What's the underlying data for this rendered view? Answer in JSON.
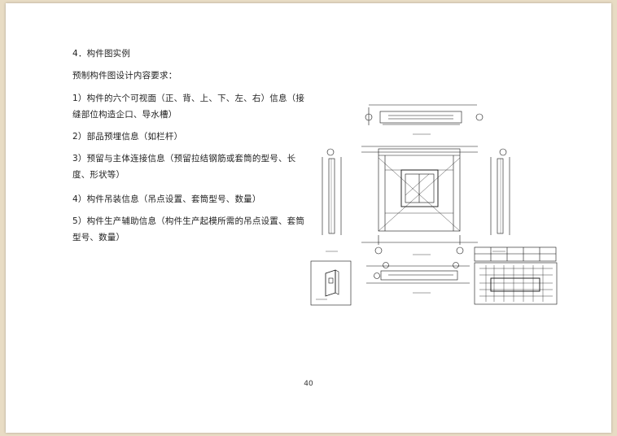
{
  "section_heading": "4．构件图实例",
  "intro": "预制构件图设计内容要求：",
  "items": [
    "1）构件的六个可视面（正、背、上、下、左、右）信息（接缝部位构造企口、导水槽）",
    "2）部品预埋信息（如栏杆）",
    "3）预留与主体连接信息（预留拉结钢筋或套筒的型号、长度、形状等）",
    "4）构件吊装信息（吊点设置、套筒型号、数量）",
    "5）构件生产辅助信息（构件生产起模所需的吊点设置、套筒型号、数量）"
  ],
  "page_number": "40"
}
